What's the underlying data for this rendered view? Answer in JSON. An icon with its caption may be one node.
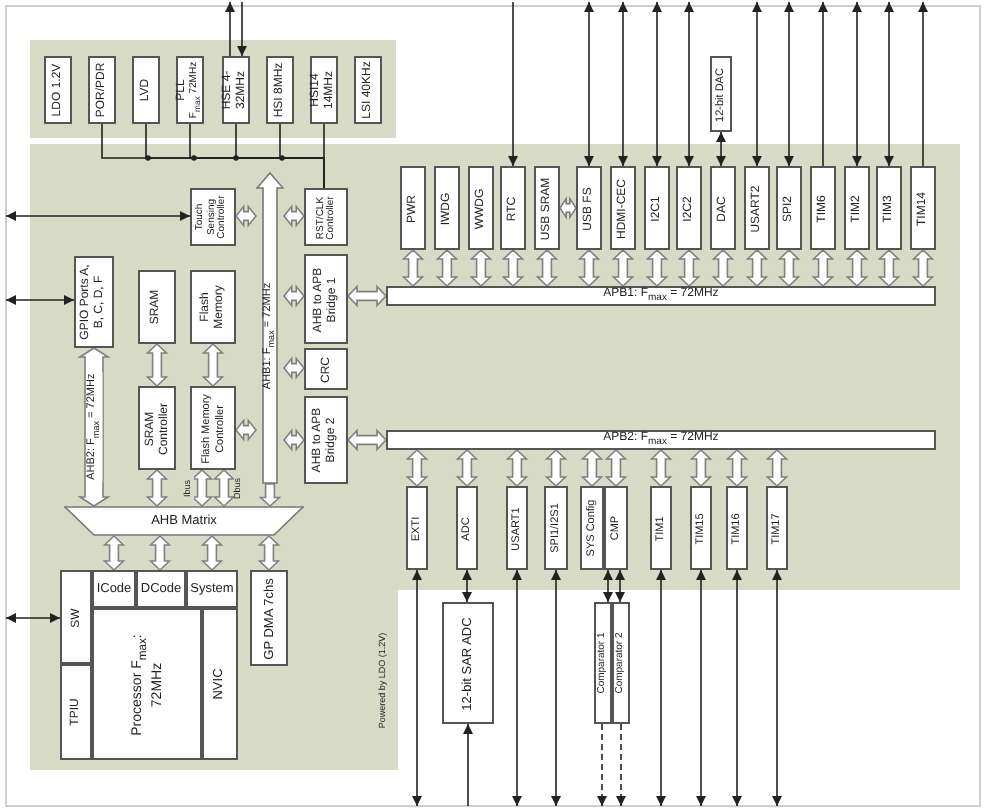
{
  "diagram": {
    "nodes": [
      {
        "text": [
          "LDO 1.2V"
        ]
      },
      {
        "text": [
          "POR/PDR"
        ]
      },
      {
        "text": [
          "LVD"
        ]
      },
      {
        "text": [
          "PLL",
          "F$_{max}$ 72MHz"
        ]
      },
      {
        "text": [
          "HSE 4-32MHz"
        ]
      },
      {
        "text": [
          "HSI 8MHz"
        ]
      },
      {
        "text": [
          "HSI14 14MHz"
        ]
      },
      {
        "text": [
          "LSI 40KHz"
        ]
      },
      {
        "text": [
          "Touch Sensing Controller"
        ]
      },
      {
        "text": [
          "RST/CLK Controller"
        ]
      },
      {
        "text": [
          "AHB1: F$_{max}$ = 72MHz"
        ]
      },
      {
        "text": [
          "GPIO Ports A, B, C, D, F"
        ]
      },
      {
        "text": [
          "SRAM"
        ]
      },
      {
        "text": [
          "Flash Memory"
        ]
      },
      {
        "text": [
          "SRAM Controller"
        ]
      },
      {
        "text": [
          "Flash Memory Controller"
        ]
      },
      {
        "text": [
          "AHB to APB Bridge 1"
        ]
      },
      {
        "text": [
          "CRC"
        ]
      },
      {
        "text": [
          "AHB to APB Bridge 2"
        ]
      },
      {
        "text": [
          "AHB Matrix"
        ]
      },
      {
        "text": [],
        "shape": "box"
      },
      {
        "text": [
          "SW"
        ],
        "in": 20
      },
      {
        "text": [
          "TPIU"
        ],
        "in": 20
      },
      {
        "text": [
          "ICode"
        ],
        "in": 20
      },
      {
        "text": [
          "DCode"
        ],
        "in": 20
      },
      {
        "text": [
          "System"
        ],
        "in": 20
      },
      {
        "text": [
          "Processor F$_{max}$: 72MHz"
        ],
        "in": 20
      },
      {
        "text": [
          "NVIC"
        ],
        "in": 20
      },
      {
        "text": [
          "GP DMA 7chs"
        ]
      },
      {
        "text": [
          "APB1: F$_{max}$ = 72MHz"
        ]
      },
      {
        "text": [
          "APB2: F$_{max}$ = 72MHz"
        ]
      },
      {
        "text": [
          "PWR"
        ]
      },
      {
        "text": [
          "IWDG"
        ]
      },
      {
        "text": [
          "WWDG"
        ]
      },
      {
        "text": [
          "RTC"
        ]
      },
      {
        "text": [
          "USB SRAM"
        ]
      },
      {
        "text": [
          "USB FS"
        ]
      },
      {
        "text": [
          "HDMI-CEC"
        ]
      },
      {
        "text": [
          "I2C1"
        ]
      },
      {
        "text": [
          "I2C2"
        ]
      },
      {
        "text": [
          "DAC"
        ]
      },
      {
        "text": [
          "USART2"
        ]
      },
      {
        "text": [
          "SPI2"
        ]
      },
      {
        "text": [
          "TIM6"
        ]
      },
      {
        "text": [
          "TIM2"
        ]
      },
      {
        "text": [
          "TIM3"
        ]
      },
      {
        "text": [
          "TIM14"
        ]
      },
      {
        "text": [
          "12-bit DAC"
        ]
      },
      {
        "text": [
          "EXTI"
        ]
      },
      {
        "text": [
          "ADC"
        ]
      },
      {
        "text": [
          "USART1"
        ]
      },
      {
        "text": [
          "SPI1/I2S1"
        ]
      },
      {
        "text": [
          "SYS Config"
        ]
      },
      {
        "text": [
          "CMP"
        ]
      },
      {
        "text": [
          "TIM1"
        ]
      },
      {
        "text": [
          "TIM15"
        ]
      },
      {
        "text": [
          "TIM16"
        ]
      },
      {
        "text": [
          "TIM17"
        ]
      },
      {
        "text": [
          "12-bit SAR ADC"
        ]
      },
      {
        "text": [
          "Comparator 1"
        ]
      },
      {
        "text": [
          "Comparator 2"
        ]
      }
    ],
    "edges": [
      {
        "from": 1,
        "to": 9,
        "arrow": "none"
      },
      {
        "from": 2,
        "to": 9,
        "arrow": "none"
      },
      {
        "from": 3,
        "to": 9,
        "arrow": "none"
      },
      {
        "from": 4,
        "to": 9,
        "arrow": "none"
      },
      {
        "from": 5,
        "to": 9,
        "arrow": "none"
      },
      {
        "from": 6,
        "to": 9,
        "arrow": "none"
      },
      {
        "from": null,
        "to": 4,
        "arrow": "to"
      },
      {
        "from": 4,
        "to": null,
        "arrow": "to"
      },
      {
        "from": null,
        "to": 8,
        "arrow": "both"
      },
      {
        "from": null,
        "to": 11,
        "arrow": "both"
      },
      {
        "from": null,
        "to": 21,
        "arrow": "both"
      },
      {
        "from": 8,
        "to": 10,
        "arrow": "both",
        "style": "thick"
      },
      {
        "from": 9,
        "to": 10,
        "arrow": "both",
        "style": "thick"
      },
      {
        "from": 16,
        "to": 10,
        "arrow": "both",
        "style": "thick"
      },
      {
        "from": 17,
        "to": 10,
        "arrow": "both",
        "style": "thick"
      },
      {
        "from": 18,
        "to": 10,
        "arrow": "both",
        "style": "thick"
      },
      {
        "from": 15,
        "to": 10,
        "arrow": "both",
        "style": "thick"
      },
      {
        "from": 10,
        "to": 19,
        "arrow": "to",
        "style": "thick"
      },
      {
        "from": 11,
        "to": 19,
        "arrow": "both",
        "style": "thick",
        "label": "AHB2: F$_{max}$ = 72MHz"
      },
      {
        "from": 12,
        "to": 14,
        "arrow": "both",
        "style": "thick"
      },
      {
        "from": 13,
        "to": 15,
        "arrow": "both",
        "style": "thick"
      },
      {
        "from": 14,
        "to": 19,
        "arrow": "both",
        "style": "thick"
      },
      {
        "from": 15,
        "to": 19,
        "arrow": "both",
        "style": "thick",
        "label": "Ibus"
      },
      {
        "from": 15,
        "to": 19,
        "arrow": "both",
        "style": "thick",
        "label": "Dbus"
      },
      {
        "from": 19,
        "to": 23,
        "arrow": "both",
        "style": "thick"
      },
      {
        "from": 19,
        "to": 24,
        "arrow": "both",
        "style": "thick"
      },
      {
        "from": 19,
        "to": 25,
        "arrow": "both",
        "style": "thick"
      },
      {
        "from": 19,
        "to": 28,
        "arrow": "both",
        "style": "thick"
      },
      {
        "from": 16,
        "to": 29,
        "arrow": "both",
        "style": "thick"
      },
      {
        "from": 18,
        "to": 30,
        "arrow": "both",
        "style": "thick"
      },
      {
        "from": 31,
        "to": 29,
        "arrow": "both",
        "style": "thick"
      },
      {
        "from": 32,
        "to": 29,
        "arrow": "both",
        "style": "thick"
      },
      {
        "from": 33,
        "to": 29,
        "arrow": "both",
        "style": "thick"
      },
      {
        "from": 34,
        "to": 29,
        "arrow": "both",
        "style": "thick"
      },
      {
        "from": 35,
        "to": 29,
        "arrow": "both",
        "style": "thick"
      },
      {
        "from": 36,
        "to": 29,
        "arrow": "both",
        "style": "thick"
      },
      {
        "from": 37,
        "to": 29,
        "arrow": "both",
        "style": "thick"
      },
      {
        "from": 38,
        "to": 29,
        "arrow": "both",
        "style": "thick"
      },
      {
        "from": 39,
        "to": 29,
        "arrow": "both",
        "style": "thick"
      },
      {
        "from": 40,
        "to": 29,
        "arrow": "both",
        "style": "thick"
      },
      {
        "from": 41,
        "to": 29,
        "arrow": "both",
        "style": "thick"
      },
      {
        "from": 42,
        "to": 29,
        "arrow": "both",
        "style": "thick"
      },
      {
        "from": 43,
        "to": 29,
        "arrow": "both",
        "style": "thick"
      },
      {
        "from": 44,
        "to": 29,
        "arrow": "both",
        "style": "thick"
      },
      {
        "from": 45,
        "to": 29,
        "arrow": "both",
        "style": "thick"
      },
      {
        "from": 46,
        "to": 29,
        "arrow": "both",
        "style": "thick"
      },
      {
        "from": 35,
        "to": 36,
        "arrow": "both",
        "style": "thick"
      },
      {
        "from": null,
        "to": 34,
        "arrow": "to"
      },
      {
        "from": 36,
        "to": null,
        "arrow": "both"
      },
      {
        "from": 37,
        "to": null,
        "arrow": "both"
      },
      {
        "from": 38,
        "to": null,
        "arrow": "both"
      },
      {
        "from": 39,
        "to": null,
        "arrow": "both"
      },
      {
        "from": 40,
        "to": 47,
        "arrow": "both"
      },
      {
        "from": 41,
        "to": null,
        "arrow": "both"
      },
      {
        "from": 42,
        "to": null,
        "arrow": "both"
      },
      {
        "from": 43,
        "to": null,
        "arrow": "to"
      },
      {
        "from": 44,
        "to": null,
        "arrow": "both"
      },
      {
        "from": 45,
        "to": null,
        "arrow": "both"
      },
      {
        "from": 46,
        "to": null,
        "arrow": "to"
      },
      {
        "from": 48,
        "to": 30,
        "arrow": "both",
        "style": "thick"
      },
      {
        "from": 49,
        "to": 30,
        "arrow": "both",
        "style": "thick"
      },
      {
        "from": 50,
        "to": 30,
        "arrow": "both",
        "style": "thick"
      },
      {
        "from": 51,
        "to": 30,
        "arrow": "both",
        "style": "thick"
      },
      {
        "from": 52,
        "to": 30,
        "arrow": "both",
        "style": "thick"
      },
      {
        "from": 53,
        "to": 30,
        "arrow": "both",
        "style": "thick"
      },
      {
        "from": 54,
        "to": 30,
        "arrow": "both",
        "style": "thick"
      },
      {
        "from": 55,
        "to": 30,
        "arrow": "both",
        "style": "thick"
      },
      {
        "from": 56,
        "to": 30,
        "arrow": "both",
        "style": "thick"
      },
      {
        "from": 57,
        "to": 30,
        "arrow": "both",
        "style": "thick"
      },
      {
        "from": 48,
        "to": null,
        "arrow": "both"
      },
      {
        "from": 49,
        "to": 58,
        "arrow": "both"
      },
      {
        "from": null,
        "to": 58,
        "arrow": "to"
      },
      {
        "from": 50,
        "to": null,
        "arrow": "both"
      },
      {
        "from": 51,
        "to": null,
        "arrow": "both"
      },
      {
        "from": 53,
        "to": 59,
        "arrow": "both"
      },
      {
        "from": 53,
        "to": 60,
        "arrow": "both"
      },
      {
        "from": 59,
        "to": null,
        "arrow": "to",
        "style": "dashed"
      },
      {
        "from": 60,
        "to": null,
        "arrow": "to",
        "style": "dashed"
      },
      {
        "from": 54,
        "to": null,
        "arrow": "both"
      },
      {
        "from": 55,
        "to": null,
        "arrow": "both"
      },
      {
        "from": 56,
        "to": null,
        "arrow": "both"
      },
      {
        "from": 57,
        "to": null,
        "arrow": "both"
      }
    ],
    "labels": [
      "Powered by LDO (1.2V)"
    ]
  }
}
